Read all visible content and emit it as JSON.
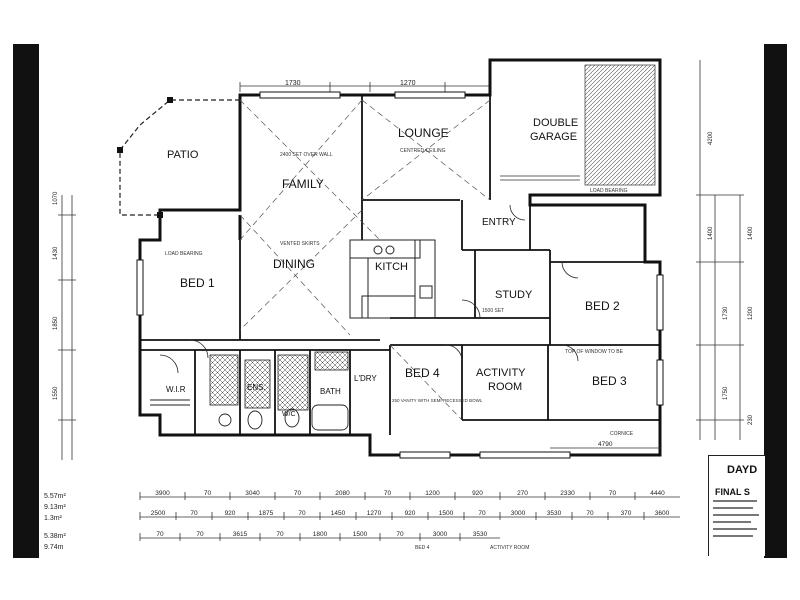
{
  "plan": {
    "rooms": {
      "patio": "PATIO",
      "family": "FAMILY",
      "lounge": "LOUNGE",
      "garage_line1": "DOUBLE",
      "garage_line2": "GARAGE",
      "bed1": "BED 1",
      "dining": "DINING",
      "kitch": "KITCH",
      "entry": "ENTRY",
      "study": "STUDY",
      "bed2": "BED 2",
      "bed4": "BED 4",
      "activity_line1": "ACTIVITY",
      "activity_line2": "ROOM",
      "bed3": "BED 3",
      "wir": "W.I.R",
      "ens": "ENS.",
      "wc": "W/C",
      "bath": "BATH",
      "ldry": "L'DRY"
    },
    "dimensions": {
      "top": [
        "1730",
        "1270"
      ],
      "row1": [
        "3900",
        "70",
        "3040",
        "70",
        "2080",
        "70",
        "1200",
        "920",
        "270",
        "2330",
        "70",
        "4440"
      ],
      "row2": [
        "2500",
        "70",
        "920",
        "1875",
        "70",
        "1450",
        "1270",
        "920",
        "1500",
        "70",
        "3000",
        "3530",
        "70",
        "370",
        "3600"
      ],
      "row3": [
        "70",
        "70",
        "3615",
        "70",
        "1800",
        "1500",
        "70",
        "3000",
        "3530"
      ],
      "bottom_right": "4790",
      "left_col": [
        "1070",
        "1430",
        "1850",
        "1550"
      ],
      "right_col": [
        "4200",
        "1400",
        "1730",
        "1750",
        "1400",
        "1200",
        "230"
      ]
    },
    "notes": {
      "activity_room_below": "ACTIVITY ROOM",
      "bed4_below": "BED 4",
      "cornice": "CORNICE",
      "family_note": "2400 SET OVER WALL",
      "lounge_note": "CENTRED CEILING",
      "garage_note": "LOAD BEARING",
      "bed1_note": "LOAD BEARING",
      "dining_note": "VENTED SKIRTS",
      "study_note": "1500 SET",
      "activity_note": "250 VANITY WITH SEMI-RECESSED BOWL",
      "bed3_note": "TOP OF WINDOW TO BE",
      "bed2_note": "",
      "area_values": [
        "5.57m²",
        "9.13m²",
        "1.3m²",
        "5.38m²",
        "9.74m"
      ]
    }
  },
  "title_block": {
    "title": "DAYD",
    "subtitle": "FINAL S"
  }
}
